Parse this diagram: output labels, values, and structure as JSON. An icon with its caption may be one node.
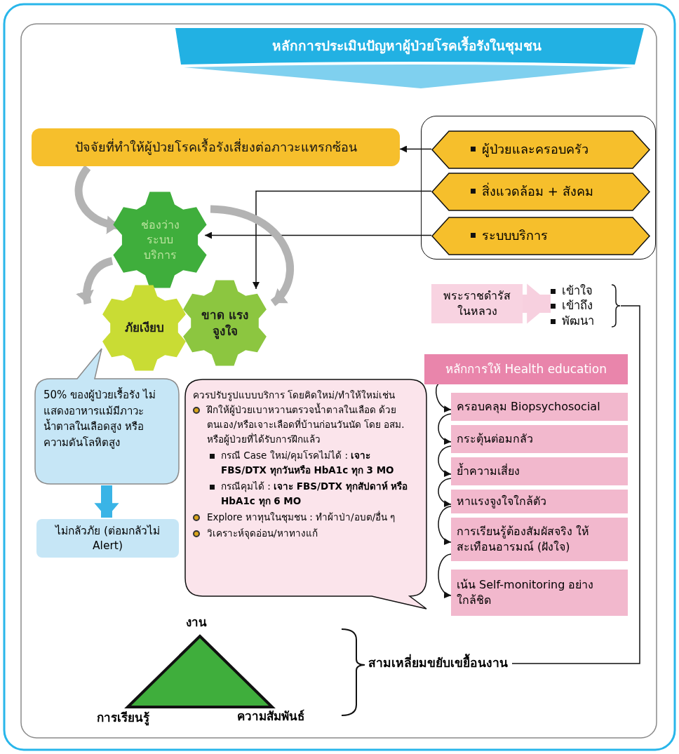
{
  "diagram": {
    "title": "หลักการประเมินปัญหาผู้ป่วยโรคเรื้อรังในชุมชน",
    "nodes": [
      {
        "text": [
          "ปัจจัยที่ทำให้ผู้ป่วยโรคเรื้อรังเสี่ยงต่อภาวะแทรกซ้อน"
        ]
      },
      {
        "text": [],
        "shape": "box"
      },
      {
        "text": [
          "ผู้ป่วยและครอบครัว"
        ],
        "in": 1
      },
      {
        "text": [
          "สิ่งแวดล้อม + สังคม"
        ],
        "in": 1
      },
      {
        "text": [
          "ระบบบริการ"
        ],
        "in": 1
      },
      {
        "text": [
          "ช่องว่าง ระบบ บริการ"
        ]
      },
      {
        "text": [
          "ภัยเงียบ"
        ]
      },
      {
        "text": [
          "ขาด แรงจูงใจ"
        ]
      },
      {
        "text": [
          "50% ของผู้ป่วยเรื้อรัง ไม่แสดงอาหารแม้มีภาวะ น้ำตาลในเลือดสูง หรือ ความดันโลหิตสูง"
        ]
      },
      {
        "text": [
          "ไม่กลัวภัย (ต่อมกลัวไม่ Alert)"
        ]
      },
      {
        "text": [
          "ควรปรับรูปแบบบริการ โดยคิดใหม่/ทำให้ใหม่เช่น",
          "ฝึกให้ผู้ป่วยเบาหวานตรวจน้ำตาลในเลือด ด้วยตนเอง/หรือเจาะเลือดที่บ้านก่อนวันนัด โดย อสม. หรือผู้ป่วยที่ได้รับการฝึกแล้ว",
          "กรณี Case ใหม่/คุมโรคไม่ได้ : **เจาะ FBS/DTX ทุกวันหรือ HbA1c ทุก 3 MO**",
          "กรณีคุมได้ : **เจาะ FBS/DTX ทุกสัปดาห์ หรือ HbA1c ทุก 6 MO**",
          "Explore หาทุนในชุมชน : ทำผ้าป่า/อบต/อื่น ๆ",
          "วิเคราะห์จุดอ่อน/หาทางแก้"
        ]
      },
      {
        "text": [
          "พระราชดำรัส ในหลวง"
        ]
      },
      {
        "text": [
          "เข้าใจ",
          "เข้าถึง",
          "พัฒนา"
        ]
      },
      {
        "text": [
          "หลักการให้ Health education"
        ]
      },
      {
        "text": [
          "ครอบคลุม Biopsychosocial"
        ]
      },
      {
        "text": [
          "กระตุ้นต่อมกลัว"
        ]
      },
      {
        "text": [
          "ย้ำความเสี่ยง"
        ]
      },
      {
        "text": [
          "หาแรงจูงใจใกล้ตัว"
        ]
      },
      {
        "text": [
          "การเรียนรู้ต้องสัมผัสจริง ให้สะเทือนอารมณ์ (ฝังใจ)"
        ]
      },
      {
        "text": [
          "เน้น Self-monitoring อย่างใกล้ชิด"
        ]
      },
      {
        "text": [],
        "shape": "triangle",
        "beside": [
          "งาน",
          "การเรียนรู้",
          "ความสัมพันธ์"
        ]
      },
      {
        "text": [
          "สามเหลี่ยมขยับเขยื้อนงาน"
        ]
      }
    ],
    "edges": [
      {
        "from": 2,
        "to": 0,
        "arrow": "to"
      },
      {
        "from": 3,
        "to": 7,
        "arrow": "to"
      },
      {
        "from": 4,
        "to": 5,
        "arrow": "to"
      },
      {
        "from": 0,
        "to": 5,
        "arrow": "to",
        "style": "thick",
        "color": "#b3b3b3"
      },
      {
        "from": 5,
        "to": 6,
        "arrow": "to",
        "style": "thick",
        "color": "#b3b3b3"
      },
      {
        "from": 5,
        "to": 7,
        "arrow": "to",
        "style": "thick",
        "color": "#b3b3b3"
      },
      {
        "from": 8,
        "to": 9,
        "arrow": "to",
        "style": "thick",
        "color": "#3ab4e6"
      },
      {
        "from": 11,
        "to": 12,
        "arrow": "to",
        "style": "thick",
        "color": "#f7d0df"
      },
      {
        "from": 13,
        "to": 14,
        "arrow": "to"
      },
      {
        "from": 14,
        "to": 15,
        "arrow": "to"
      },
      {
        "from": 15,
        "to": 16,
        "arrow": "to"
      },
      {
        "from": 16,
        "to": 17,
        "arrow": "to"
      },
      {
        "from": 17,
        "to": 18,
        "arrow": "to"
      },
      {
        "from": 18,
        "to": 19,
        "arrow": "to"
      },
      {
        "from": 12,
        "to": 21,
        "arrow": "none"
      }
    ]
  }
}
